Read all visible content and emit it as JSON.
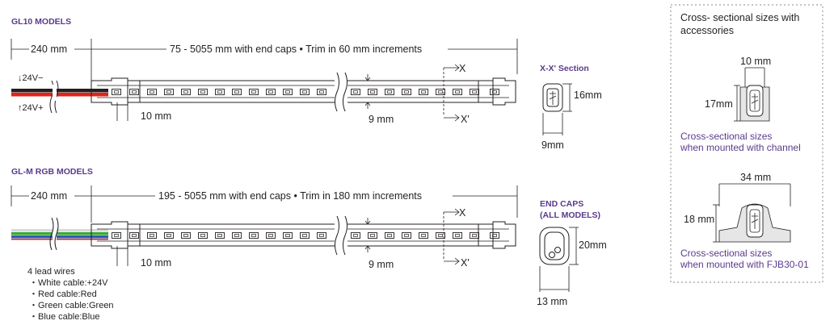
{
  "gl10": {
    "heading": "GL10 MODELS",
    "lead_length": "240 mm",
    "overall": "75 - 5055 mm with end caps • Trim in 60 mm increments",
    "neg_label": "↓24V−",
    "pos_label": "↑24V+",
    "cap_length": "10 mm",
    "height": "9 mm",
    "section_x": "X",
    "section_x_prime": "X'"
  },
  "glm": {
    "heading": "GL-M RGB MODELS",
    "lead_length": "240 mm",
    "overall": "195 - 5055 mm with end caps • Trim in 180 mm increments",
    "cap_length": "10 mm",
    "height": "9 mm",
    "section_x": "X",
    "section_x_prime": "X'",
    "wires_title": "4 lead wires",
    "wires": [
      "・White cable:+24V",
      "・Red cable:Red",
      "・Green cable:Green",
      "・Blue cable:Blue"
    ]
  },
  "xsection": {
    "heading": "X-X' Section",
    "height": "16mm",
    "width": "9mm"
  },
  "endcaps": {
    "heading_line1": "END CAPS",
    "heading_line2": "(ALL MODELS)",
    "height": "20mm",
    "width": "13 mm"
  },
  "accessories": {
    "title_line1": "Cross- sectional sizes with",
    "title_line2": "accessories",
    "channel": {
      "width": "10 mm",
      "height": "17mm",
      "caption_line1": "Cross-sectional sizes",
      "caption_line2": "when  mounted with channel"
    },
    "fjb": {
      "width": "34 mm",
      "height": "18 mm",
      "caption_line1": "Cross-sectional sizes",
      "caption_line2": "when mounted with FJB30-01"
    }
  },
  "colors": {
    "heading": "#5b3a8c",
    "cable_black": "#231f20",
    "cable_red": "#e2231a",
    "cable_white": "#d9d9d9",
    "cable_green": "#3aa935",
    "cable_blue": "#2b5fb4"
  }
}
